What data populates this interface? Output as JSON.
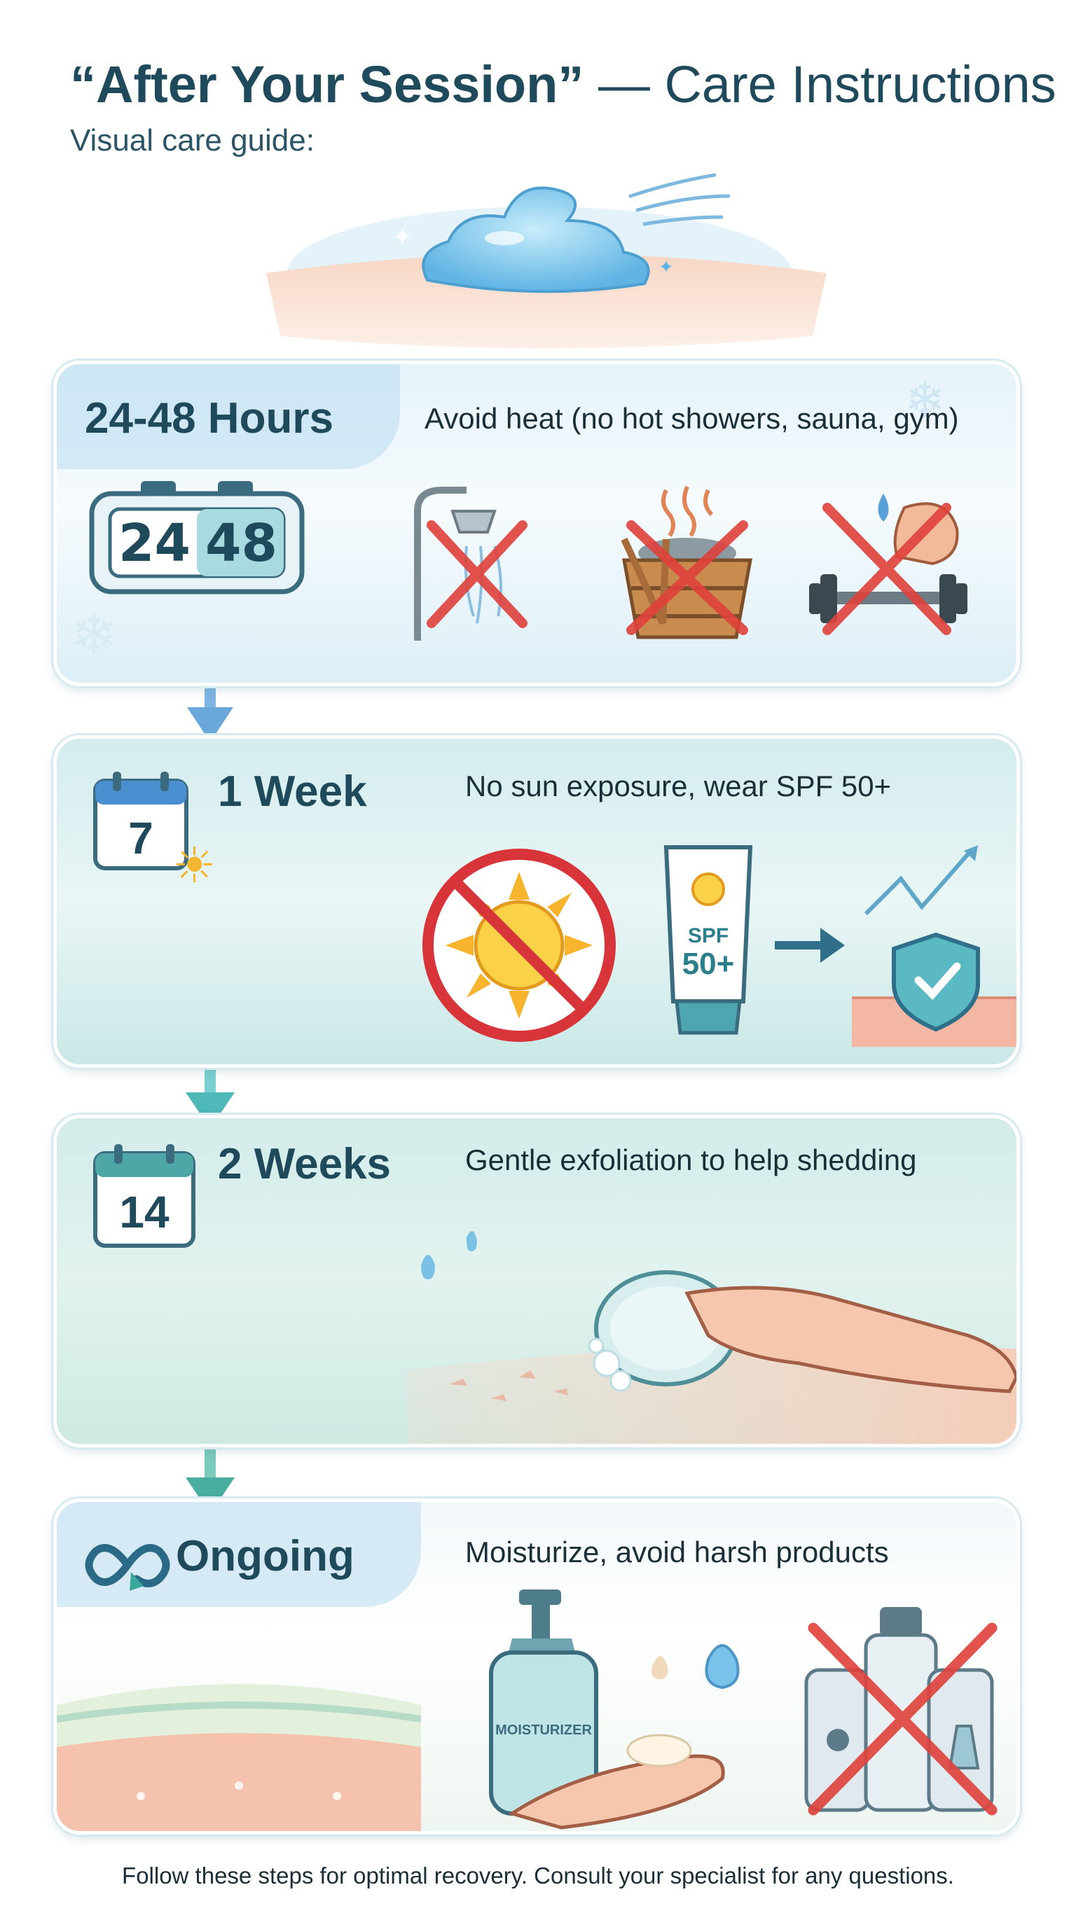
{
  "header": {
    "title_bold": "“After Your Session”",
    "title_rest": " — Care Instructions",
    "subtitle": "Visual care guide:"
  },
  "stages": [
    {
      "id": "24-48-hours",
      "title": "24-48 Hours",
      "instruction": "Avoid heat (no hot showers, sauna, gym)",
      "clock_left": "24",
      "clock_right": "48",
      "icons": [
        "no-hot-shower-icon",
        "no-sauna-icon",
        "no-gym-icon"
      ]
    },
    {
      "id": "1-week",
      "title": "1 Week",
      "instruction": "No sun exposure, wear SPF 50+",
      "calendar_day": "7",
      "spf_line1": "SPF",
      "spf_line2": "50+",
      "icons": [
        "no-sun-icon",
        "sunscreen-icon",
        "skin-shield-icon"
      ]
    },
    {
      "id": "2-weeks",
      "title": "2 Weeks",
      "instruction": "Gentle exfoliation to help shedding",
      "calendar_day": "14",
      "icons": [
        "exfoliation-brush-icon"
      ]
    },
    {
      "id": "ongoing",
      "title": "Ongoing",
      "instruction": "Moisturize, avoid harsh products",
      "moisturizer_label": "MOISTURIZER",
      "icons": [
        "moisturizer-icon",
        "no-harsh-products-icon"
      ]
    }
  ],
  "footer": "Follow these steps for optimal recovery. Consult your specialist for any questions.",
  "colors": {
    "heading": "#1f4a5c",
    "forbidden": "#e0413b",
    "accent_blue": "#5aa0d8",
    "accent_teal": "#4fb8b8"
  }
}
